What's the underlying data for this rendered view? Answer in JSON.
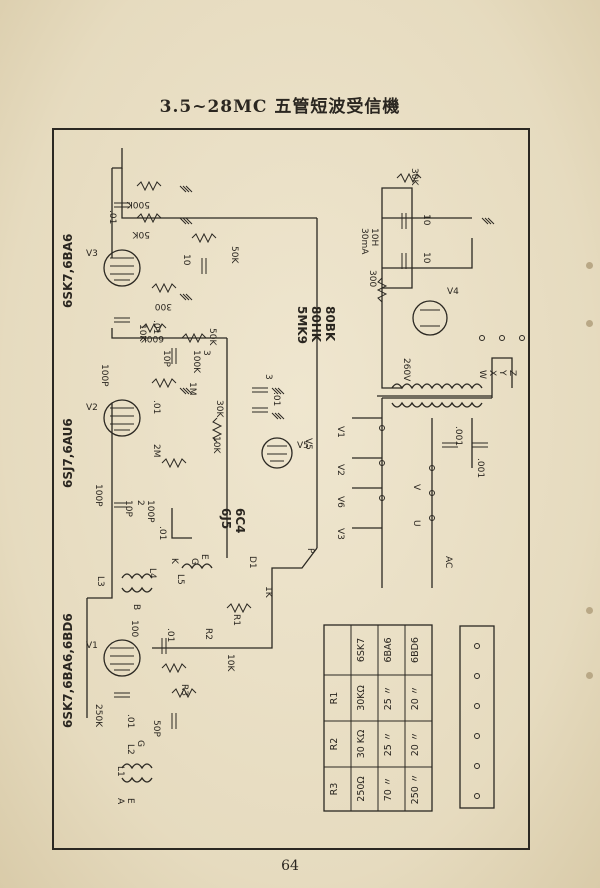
{
  "title": "3.5~28MC 五管短波受信機",
  "page_number": "64",
  "tube_labels": {
    "v3": "6SK7,6BA6",
    "v2": "6SJ7,6AU6",
    "v1": "6SK7,6BA6,6BD6",
    "v4": "5MK9\n80HK\n80BK",
    "v5": "6J5\n6C4"
  },
  "component_labels": [
    ".01",
    "500K",
    "50K",
    "300",
    "10",
    "50K",
    "10K",
    "600K",
    "50K",
    ".01",
    "100K",
    "3",
    "10P",
    "100P",
    "1M",
    ".01",
    "2M",
    "30K",
    "10K",
    "3",
    ".01",
    "100P",
    "10P",
    "2",
    "100P",
    ".01",
    "D1",
    "1K",
    "R1",
    "R2",
    "R3",
    "10K",
    ".01",
    "250K",
    "50P",
    "100",
    ".01",
    "30K",
    "10",
    "10",
    "300",
    "10H",
    "30mA",
    "260V",
    ".001",
    ".001",
    "AC",
    "V1",
    "V2",
    "V3",
    "V5",
    "V6",
    "U",
    "V",
    "W",
    "X",
    "Y",
    "Z",
    "P",
    "L3",
    "L1",
    "L2",
    "G",
    "A",
    "E",
    "K",
    "G",
    "E",
    "B",
    "L4",
    "L5"
  ],
  "terminal_labels": [
    "U",
    "V",
    "W",
    "X",
    "Y",
    "Z"
  ],
  "table": {
    "headers": [
      "",
      "R1",
      "R2",
      "R3"
    ],
    "rows": [
      [
        "6SK7",
        "30KΩ",
        "30 KΩ",
        "250Ω"
      ],
      [
        "6BA6",
        "25 〃",
        "25 〃",
        "70 〃"
      ],
      [
        "6BD6",
        "20 〃",
        "20 〃",
        "250 〃"
      ]
    ]
  }
}
